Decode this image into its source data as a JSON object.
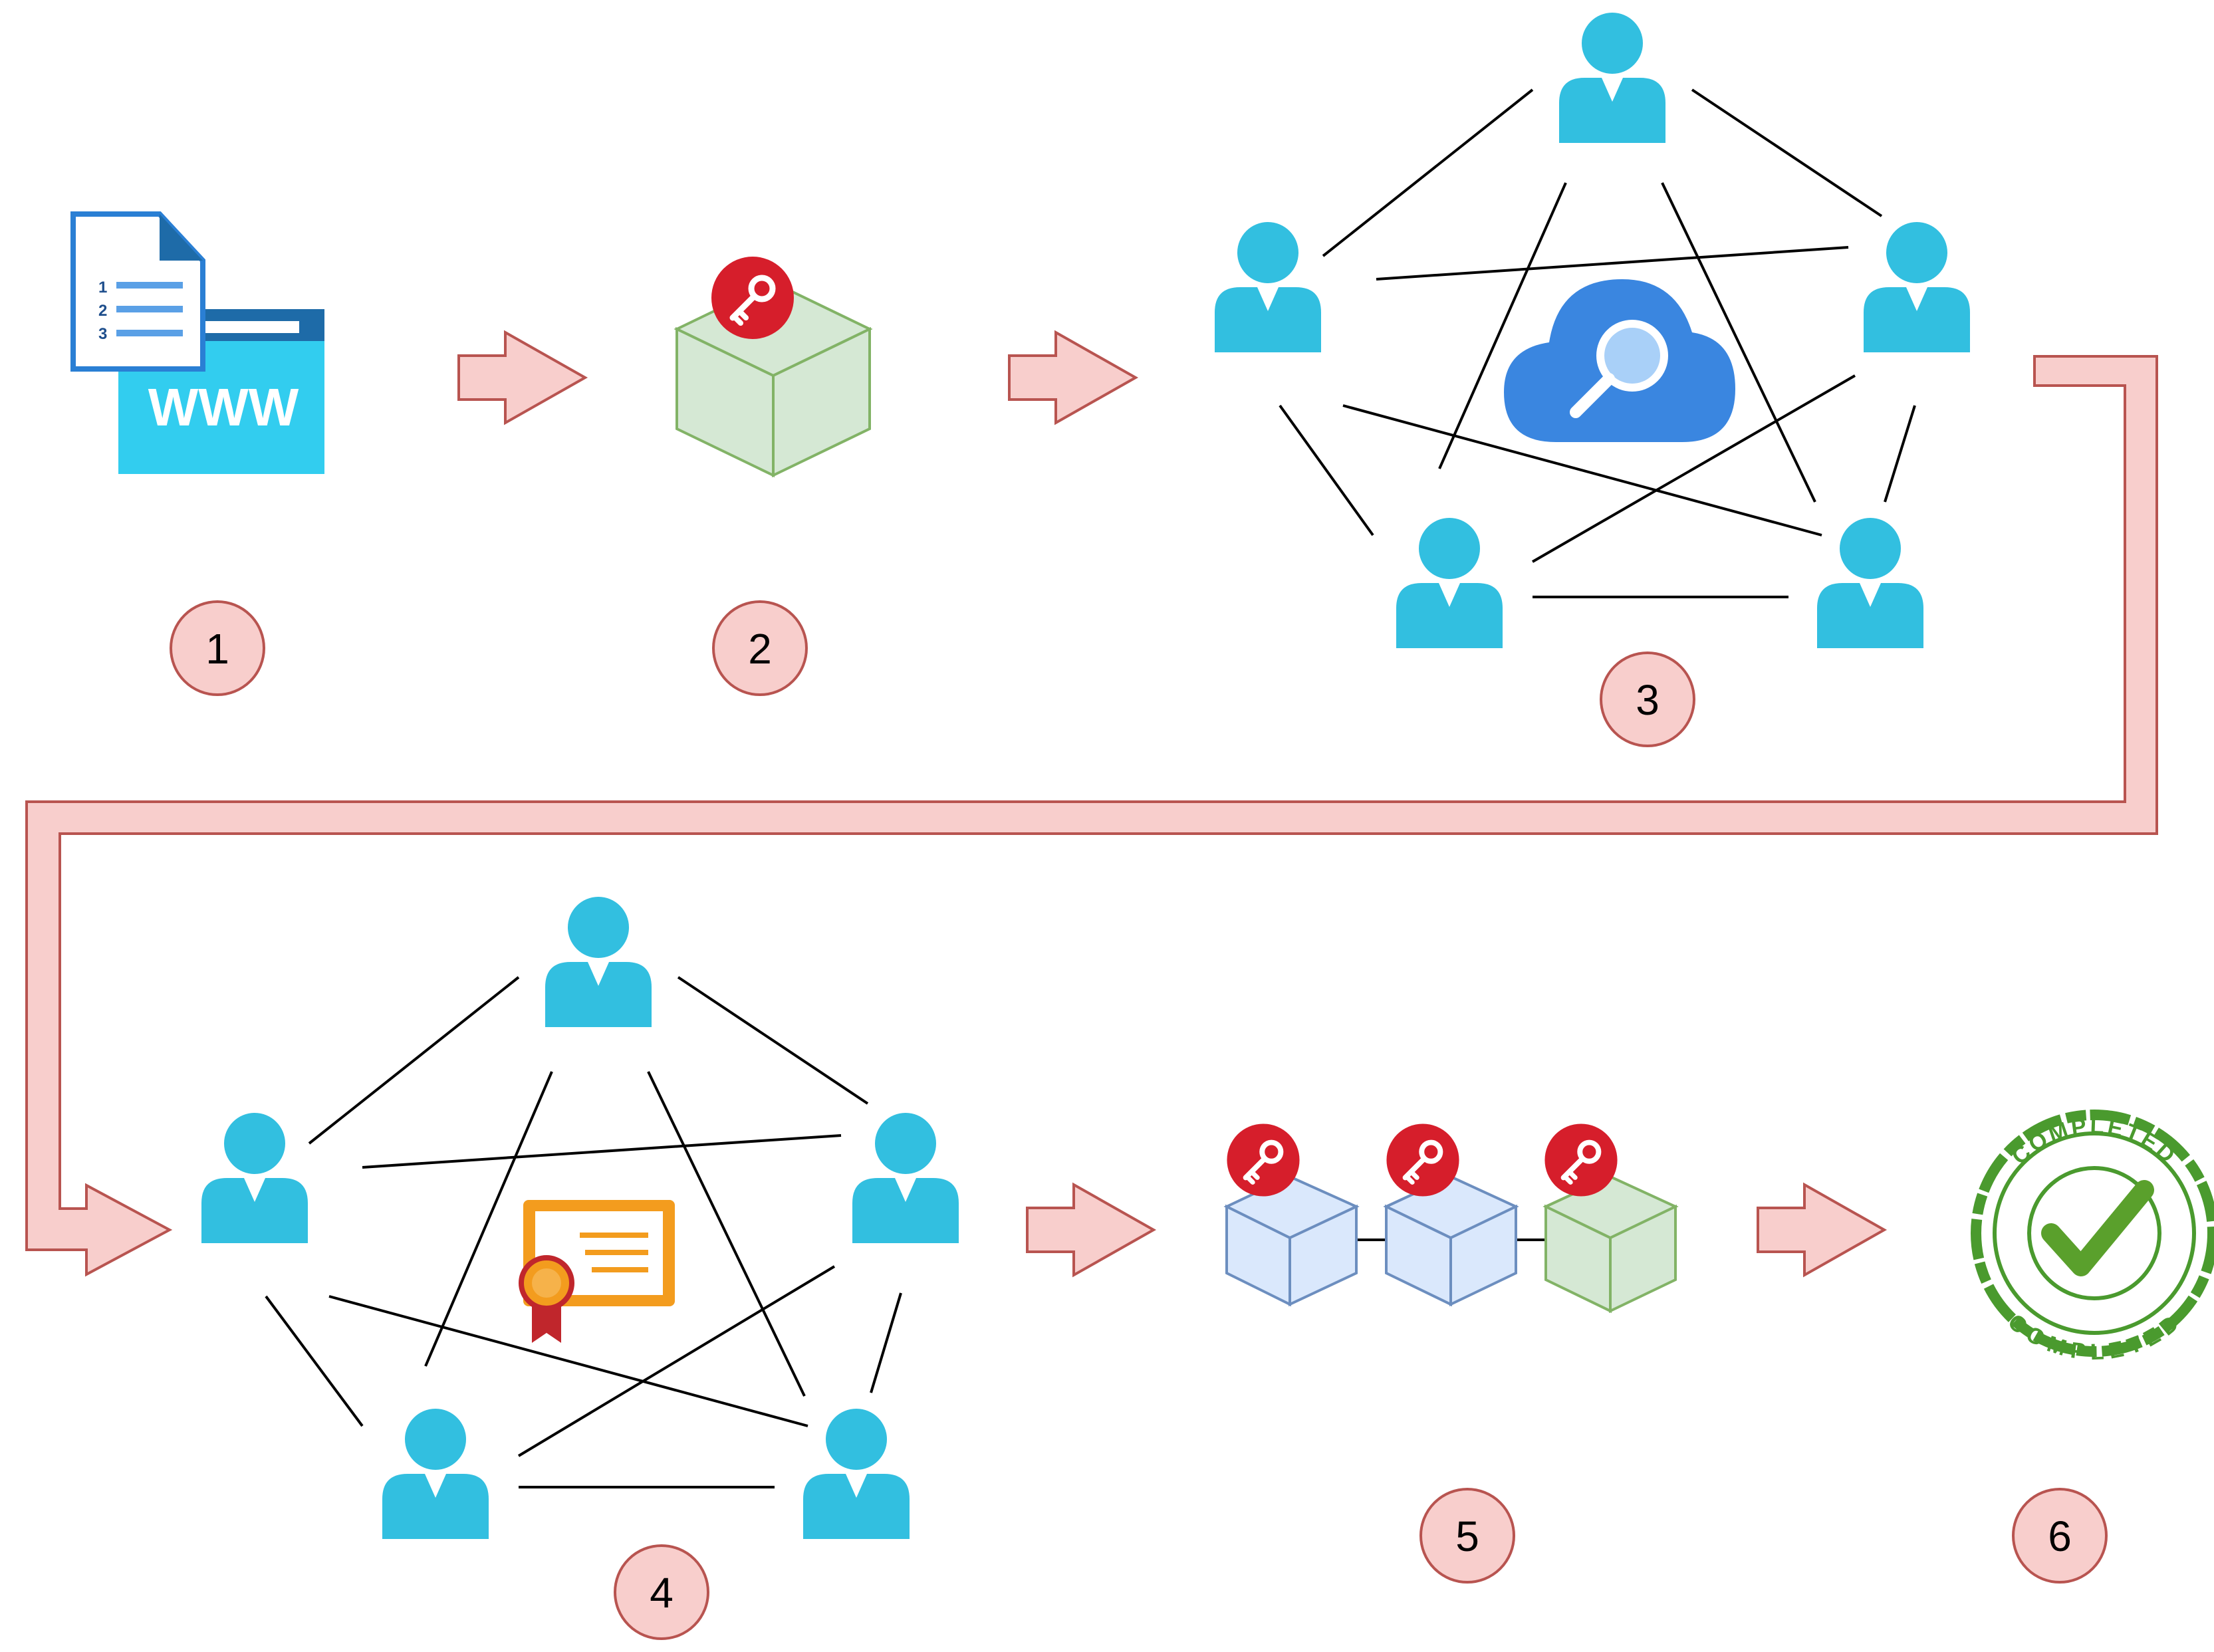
{
  "steps": [
    {
      "number": "1"
    },
    {
      "number": "2"
    },
    {
      "number": "3"
    },
    {
      "number": "4"
    },
    {
      "number": "5"
    },
    {
      "number": "6"
    }
  ],
  "labels": {
    "www_text": "WWW",
    "doc_list_numbers": [
      "1",
      "2",
      "3"
    ],
    "stamp_top": "COMPLETED",
    "stamp_bottom": "COMPLETED"
  },
  "icons": {
    "webpage": "webpage-document-icon",
    "key": "key-icon",
    "block": "cube-block-icon",
    "user": "user-icon",
    "cloud_search": "cloud-search-icon",
    "certificate": "certificate-icon",
    "stamp": "completed-stamp-icon"
  },
  "colors": {
    "arrow_fill": "#f8cecc",
    "arrow_stroke": "#b85450",
    "badge_fill": "#f8cecc",
    "badge_stroke": "#b85450",
    "user": "#32bfe0",
    "green_block": "#d5e8d4",
    "blue_block": "#dae8fc",
    "key_red": "#d61e2b",
    "cloud": "#3a86e0",
    "certificate": "#f39c1e",
    "stamp_green": "#4a9a2e"
  }
}
